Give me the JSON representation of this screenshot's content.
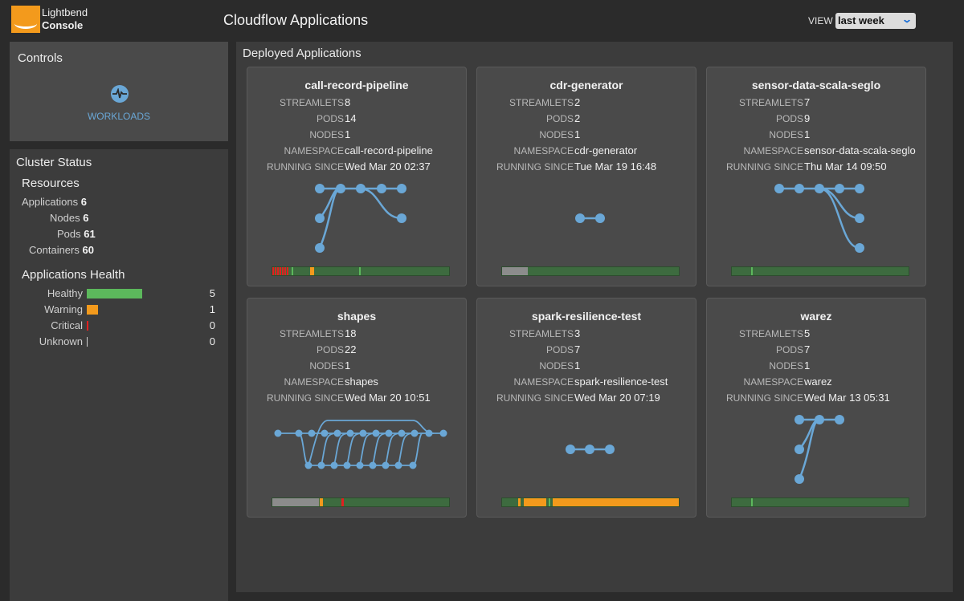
{
  "header": {
    "logo_line1": "Lightbend",
    "logo_line2": "Console",
    "title": "Cloudflow Applications",
    "view_label": "VIEW",
    "view_value": "last week"
  },
  "controls": {
    "title": "Controls",
    "workloads_label": "WORKLOADS"
  },
  "cluster": {
    "title": "Cluster Status",
    "resources_title": "Resources",
    "resources": [
      {
        "label": "Applications",
        "value": "6"
      },
      {
        "label": "Nodes",
        "value": "6"
      },
      {
        "label": "Pods",
        "value": "61"
      },
      {
        "label": "Containers",
        "value": "60"
      }
    ],
    "health_title": "Applications Health",
    "health": [
      {
        "label": "Healthy",
        "count": "5",
        "color": "#5cb85c"
      },
      {
        "label": "Warning",
        "count": "1",
        "color": "#f39a1c"
      },
      {
        "label": "Critical",
        "count": "0",
        "color": "#e02020"
      },
      {
        "label": "Unknown",
        "count": "0",
        "color": "#cfcfcf"
      }
    ]
  },
  "main": {
    "title": "Deployed Applications",
    "field_labels": {
      "streamlets": "STREAMLETS",
      "pods": "PODS",
      "nodes": "NODES",
      "namespace": "NAMESPACE",
      "running_since": "RUNNING SINCE"
    },
    "apps": [
      {
        "name": "call-record-pipeline",
        "streamlets": "8",
        "pods": "14",
        "nodes": "1",
        "namespace": "call-record-pipeline",
        "running_since": "Wed Mar 20 02:37"
      },
      {
        "name": "cdr-generator",
        "streamlets": "2",
        "pods": "2",
        "nodes": "1",
        "namespace": "cdr-generator",
        "running_since": "Tue Mar 19 16:48"
      },
      {
        "name": "sensor-data-scala-seglo",
        "streamlets": "7",
        "pods": "9",
        "nodes": "1",
        "namespace": "sensor-data-scala-seglo",
        "running_since": "Thu Mar 14 09:50"
      },
      {
        "name": "shapes",
        "streamlets": "18",
        "pods": "22",
        "nodes": "1",
        "namespace": "shapes",
        "running_since": "Wed Mar 20 10:51"
      },
      {
        "name": "spark-resilience-test",
        "streamlets": "3",
        "pods": "7",
        "nodes": "1",
        "namespace": "spark-resilience-test",
        "running_since": "Wed Mar 20 07:19"
      },
      {
        "name": "warez",
        "streamlets": "5",
        "pods": "7",
        "nodes": "1",
        "namespace": "warez",
        "running_since": "Wed Mar 13 05:31"
      }
    ]
  },
  "colors": {
    "accent": "#6aa7d6",
    "brand": "#f39a1c",
    "healthy": "#3d6b3f",
    "warning": "#f39a1c",
    "critical": "#e02020",
    "unknown": "#8c8c8c"
  }
}
